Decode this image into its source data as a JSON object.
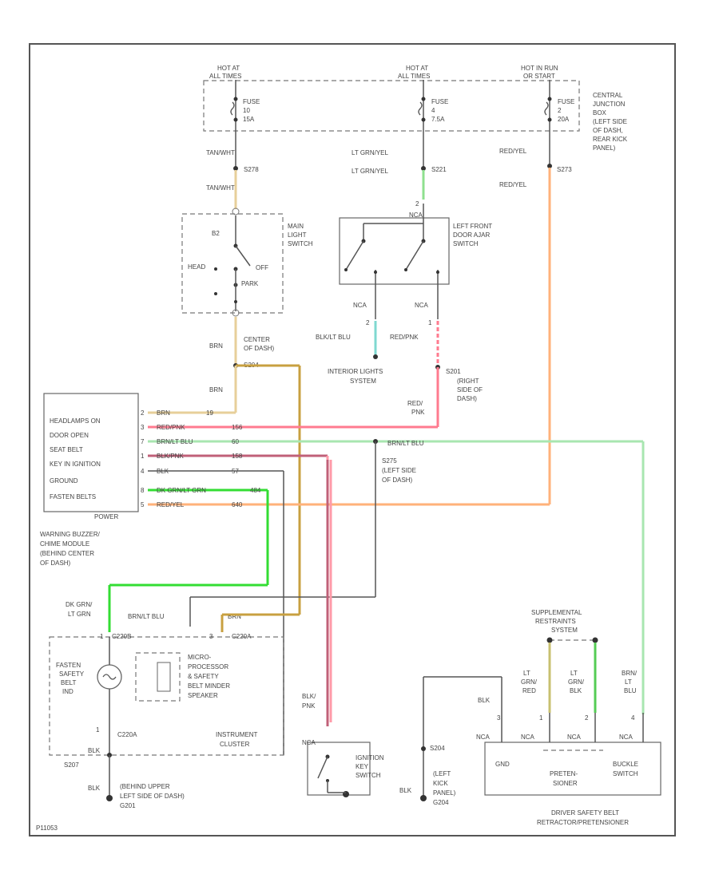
{
  "colors": {
    "tan_wht": "#e7cf9a",
    "lt_grn_yel": "#8fe08f",
    "red_yel": "#ffb27a",
    "red_pnk": "#ff7b8f",
    "brn": "#c8a040",
    "brn_lt_blu": "#a8e6b0",
    "blk_pnk": "#c06078",
    "blk_lt_blu": "#7fd8d0",
    "dk_grn_lt_grn": "#33dd33",
    "lt_grn_blk": "#55cc55",
    "frame": "#555555"
  },
  "fuses": [
    {
      "hot": "HOT AT",
      "hot2": "ALL TIMES",
      "fuse": "FUSE",
      "num": "10",
      "amp": "15A"
    },
    {
      "hot": "HOT AT",
      "hot2": "ALL TIMES",
      "fuse": "FUSE",
      "num": "4",
      "amp": "7.5A"
    },
    {
      "hot": "HOT IN RUN",
      "hot2": "OR START",
      "fuse": "FUSE",
      "num": "2",
      "amp": "20A"
    }
  ],
  "junction_box": [
    "CENTRAL",
    "JUNCTION",
    "BOX",
    "(LEFT SIDE",
    "OF DASH,",
    "REAR KICK",
    "PANEL)"
  ],
  "wires": {
    "tan_wht_1": "TAN/WHT",
    "tan_wht_2": "TAN/WHT",
    "lt_grn_yel_1": "LT GRN/YEL",
    "lt_grn_yel_2": "LT GRN/YEL",
    "red_yel_1": "RED/YEL",
    "red_yel_2": "RED/YEL",
    "brn_1": "BRN",
    "brn_2": "BRN",
    "blk_lt_blu": "BLK/LT BLU",
    "red_pnk": "RED/PNK",
    "red_pnk_2": "RED/",
    "red_pnk_3": "PNK",
    "brn_lt_blu_bus": "BRN/LT BLU",
    "dk_grn_lt_grn": "DK GRN/",
    "lt_grn": "LT GRN",
    "brn_lt_blu_cl": "BRN/LT BLU",
    "brn_cl": "BRN",
    "blk_pnk_1": "BLK/",
    "blk_pnk_2": "PNK",
    "blk_1": "BLK",
    "blk_2": "BLK",
    "blk_3": "BLK",
    "blk_4": "BLK",
    "lt_grn_red_1": "LT",
    "lt_grn_red_2": "GRN/",
    "lt_grn_red_3": "RED",
    "lt_grn_blk_1": "LT",
    "lt_grn_blk_2": "GRN/",
    "lt_grn_blk_3": "BLK",
    "brn_lt_blu_1": "BRN/",
    "brn_lt_blu_2": "LT",
    "brn_lt_blu_3": "BLU"
  },
  "splices": {
    "s278": "S278",
    "s221": "S221",
    "s273": "S273",
    "s204": "S204",
    "s201": "S201",
    "s275": "S275",
    "s207": "S207",
    "g201": "G201",
    "g204": "G204"
  },
  "splice_notes": {
    "center_dash": [
      "CENTER",
      "OF DASH)"
    ],
    "right_dash": [
      "(RIGHT",
      "SIDE OF",
      "DASH)"
    ],
    "left_dash": [
      "(LEFT SIDE",
      "OF DASH)"
    ],
    "behind_upper": [
      "(BEHIND UPPER",
      "LEFT SIDE OF DASH)"
    ],
    "left_kick": [
      "(LEFT",
      "KICK",
      "PANEL)"
    ]
  },
  "main_light_switch": {
    "label": [
      "MAIN",
      "LIGHT",
      "SWITCH"
    ],
    "b2": "B2",
    "head": "HEAD",
    "off": "OFF",
    "park": "PARK"
  },
  "door_switch": {
    "label": [
      "LEFT FRONT",
      "DOOR AJAR",
      "SWITCH"
    ],
    "pin_top": "2",
    "nca_top": "NCA",
    "nca_l": "NCA",
    "nca_r": "NCA",
    "pin_l": "2",
    "pin_r": "1"
  },
  "interior_lights": [
    "INTERIOR LIGHTS",
    "SYSTEM"
  ],
  "chime_module": {
    "pins": [
      "HEADLAMPS ON",
      "DOOR OPEN",
      "SEAT BELT",
      "KEY IN IGNITION",
      "GROUND",
      "FASTEN BELTS",
      "POWER"
    ],
    "pin_nums": [
      "2",
      "3",
      "7",
      "1",
      "4",
      "8",
      "5"
    ],
    "circuits": [
      "19",
      "156",
      "60",
      "158",
      "57",
      "484",
      "640"
    ],
    "wire_short": [
      "BRN",
      "RED/PNK",
      "BRN/LT BLU",
      "BLK/PNK",
      "BLK",
      "DK GRN/LT GRN",
      "RED/YEL"
    ],
    "label": [
      "WARNING BUZZER/",
      "CHIME MODULE",
      "(BEHIND CENTER",
      "OF DASH)"
    ]
  },
  "cluster": {
    "c220b": "C220B",
    "c220a": "C220A",
    "c220a_2": "C220A",
    "pin_a": "1",
    "pin_b": "3",
    "lamp": [
      "FASTEN",
      "SAFETY",
      "BELT",
      "IND"
    ],
    "micro": [
      "MICRO-",
      "PROCESSOR",
      "& SAFETY",
      "BELT MINDER",
      "SPEAKER"
    ],
    "label": [
      "INSTRUMENT",
      "CLUSTER"
    ],
    "pin_c": "1"
  },
  "ignition": {
    "label": [
      "IGNITION",
      "KEY",
      "SWITCH"
    ],
    "nca": "NCA"
  },
  "supplemental": [
    "SUPPLEMENTAL",
    "RESTRAINTS",
    "SYSTEM"
  ],
  "pretensioner": {
    "pins": [
      "3",
      "1",
      "2",
      "4"
    ],
    "nca": [
      "NCA",
      "NCA",
      "NCA",
      "NCA"
    ],
    "gnd": "GND",
    "pre": [
      "PRETEN-",
      "SIONER"
    ],
    "buckle": [
      "BUCKLE",
      "SWITCH"
    ],
    "label": [
      "DRIVER SAFETY BELT",
      "RETRACTOR/PRETENSIONER"
    ]
  },
  "diagram_id": "P11053"
}
